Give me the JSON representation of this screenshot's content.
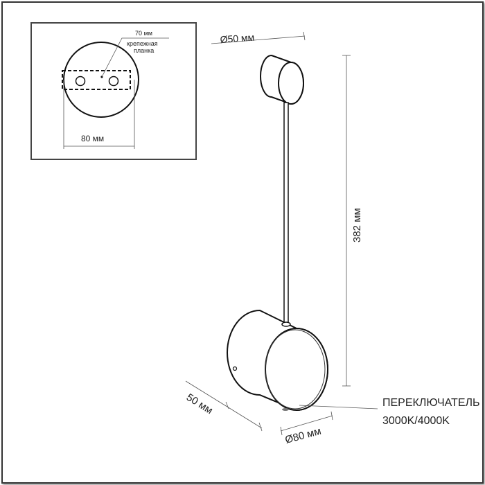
{
  "inset": {
    "plate_width": "70 мм",
    "plate_label_line1": "крепежная",
    "plate_label_line2": "планка",
    "base_diameter": "80 мм"
  },
  "dimensions": {
    "top_diameter": "Ø50 мм",
    "height": "382 мм",
    "depth": "50 мм",
    "bottom_diameter": "Ø80 мм"
  },
  "callout": {
    "line1": "ПЕРЕКЛЮЧАТЕЛЬ",
    "line2": "3000K/4000K"
  }
}
